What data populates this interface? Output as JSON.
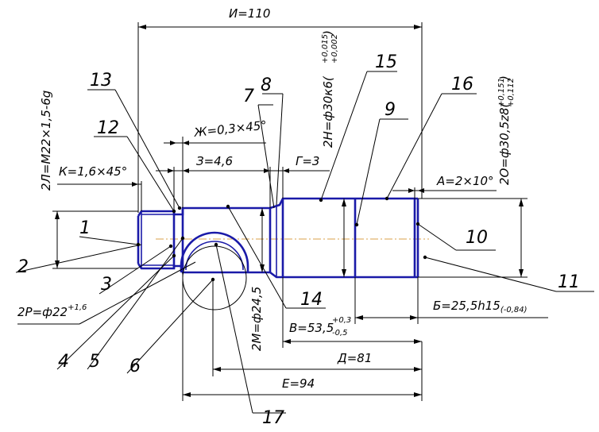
{
  "dimensions": {
    "I": "И=110",
    "L": "2Л=М22×1,5-6g",
    "K": "К=1,6×45°",
    "Zh": "Ж=0,3×45°",
    "Z": "З=4,6",
    "G": "Г=3",
    "N_main": "2Н=ф30к6(",
    "N_upper": "+0,015",
    "N_lower": "+0,002",
    "N_close": ")",
    "O_main": "2О=ф30,5z8(",
    "O_upper": "+0,151",
    "O_lower": "+0,112",
    "O_close": ")",
    "A": "А=2×10°",
    "B_main": "Б=25,5h15",
    "B_tol": "(-0,84)",
    "R_main": "2Р=ф22",
    "R_sup": "+1,6",
    "M": "2М=ф24,5",
    "V_main": "В=53,5",
    "V_upper": "+0,3",
    "V_lower": "-0,5",
    "D": "Д=81",
    "E": "Е=94"
  },
  "callouts": [
    "1",
    "2",
    "3",
    "4",
    "5",
    "6",
    "7",
    "8",
    "9",
    "10",
    "11",
    "12",
    "13",
    "14",
    "15",
    "16",
    "17"
  ],
  "colors": {
    "part": "#1a1aa8",
    "axis": "#d9a24a",
    "lines": "#000000"
  }
}
